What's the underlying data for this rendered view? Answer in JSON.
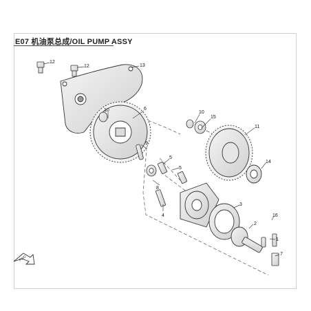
{
  "diagram": {
    "title": "E07 机油泵总成/OIL PUMP ASSY",
    "fwd_label": "FWD",
    "callouts": [
      {
        "id": "c12a",
        "label": "12"
      },
      {
        "id": "c12b",
        "label": "12"
      },
      {
        "id": "c13",
        "label": "13"
      },
      {
        "id": "c6",
        "label": "6"
      },
      {
        "id": "c10a",
        "label": "10"
      },
      {
        "id": "c10b",
        "label": "10"
      },
      {
        "id": "c15",
        "label": "15"
      },
      {
        "id": "c11",
        "label": "11"
      },
      {
        "id": "c9",
        "label": "9"
      },
      {
        "id": "c5",
        "label": "5"
      },
      {
        "id": "c8",
        "label": "8"
      },
      {
        "id": "c14",
        "label": "14"
      },
      {
        "id": "c4",
        "label": "4"
      },
      {
        "id": "c3",
        "label": "3"
      },
      {
        "id": "c16",
        "label": "16"
      },
      {
        "id": "c2",
        "label": "2"
      },
      {
        "id": "c1",
        "label": "1"
      },
      {
        "id": "c7",
        "label": "7"
      }
    ]
  }
}
